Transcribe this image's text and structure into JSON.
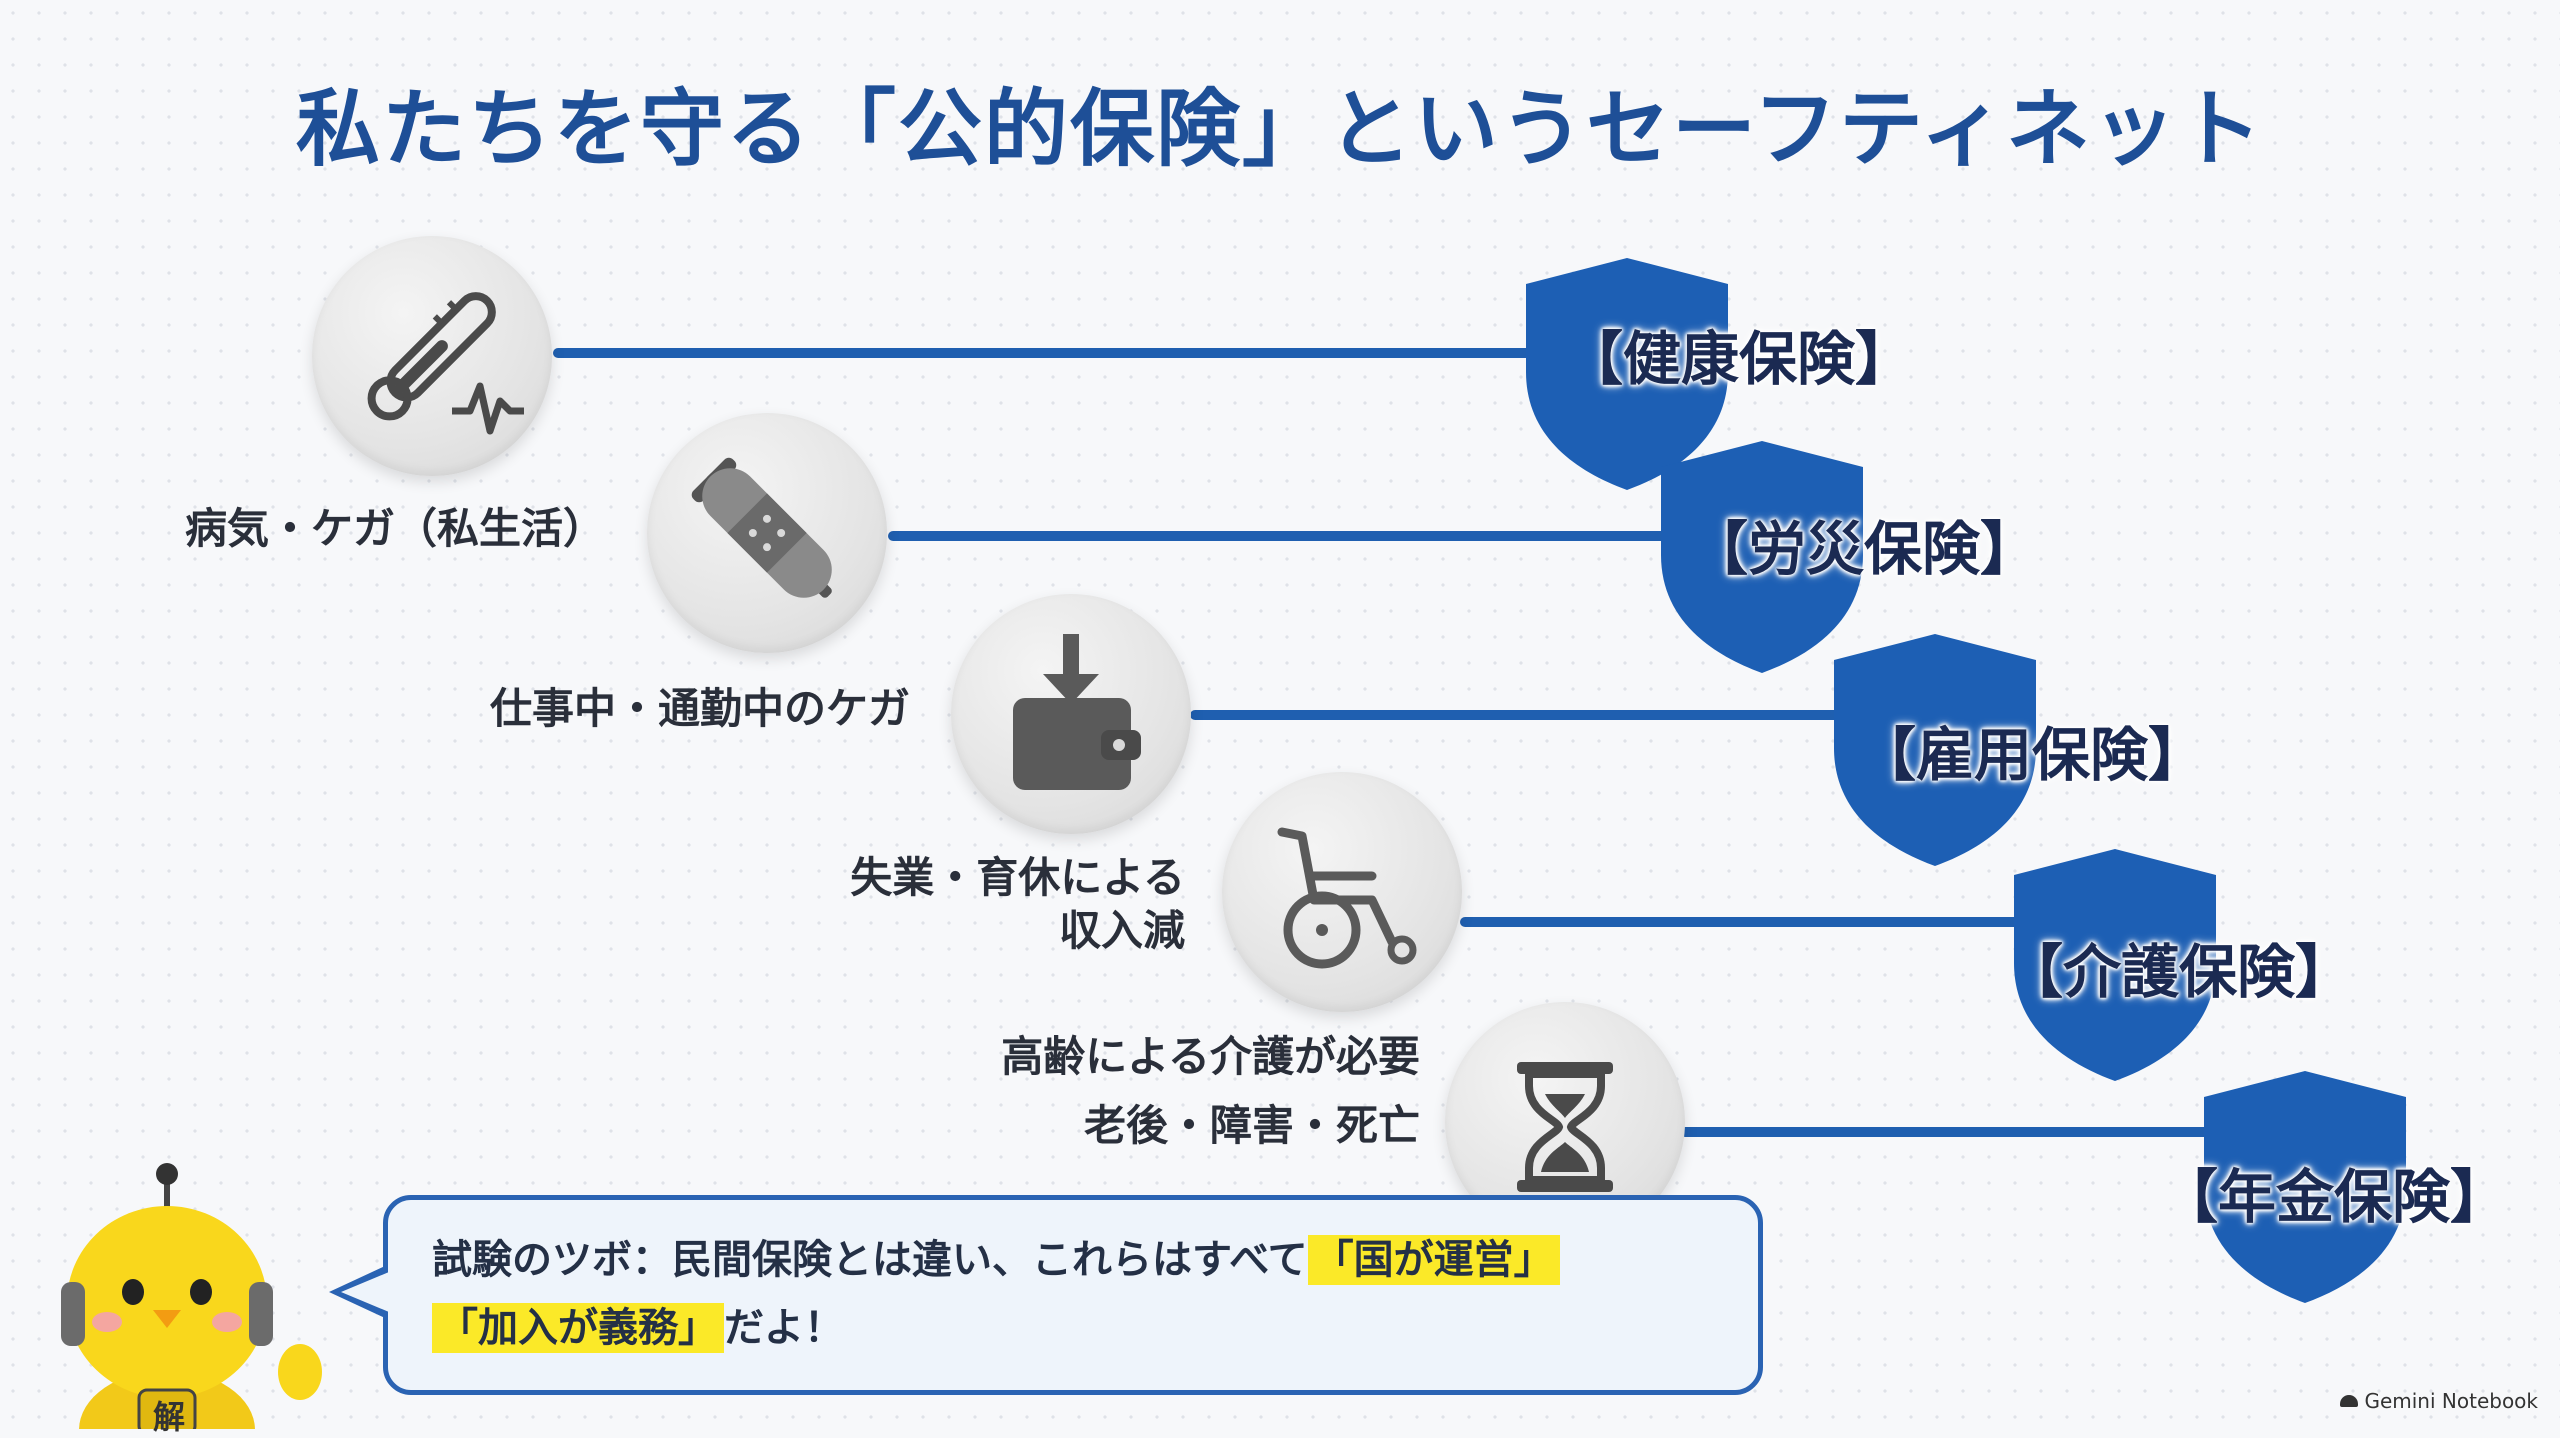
{
  "title": "私たちを守る「公的保険」というセーフティネット",
  "rows": [
    {
      "icon": "thermometer-icon",
      "label": "病気・ケガ（私生活）",
      "insurance": "【健康保険】"
    },
    {
      "icon": "bandage-crutch-icon",
      "label": "仕事中・通勤中のケガ",
      "insurance": "【労災保険】"
    },
    {
      "icon": "wallet-icon",
      "label_line1": "失業・育休による",
      "label_line2": "収入減",
      "insurance": "【雇用保険】"
    },
    {
      "icon": "wheelchair-icon",
      "label": "高齢による介護が必要",
      "insurance": "【介護保険】"
    },
    {
      "icon": "hourglass-icon",
      "label": "老後・障害・死亡",
      "insurance": "【年金保険】"
    }
  ],
  "bubble": {
    "text1": "試験のツボ：民間保険とは違い、これらはすべて",
    "highlight1": "「国が運営」",
    "highlight2": "「加入が義務」",
    "text2": "だよ！"
  },
  "mascot": {
    "badge": "解"
  },
  "watermark": "Gemini Notebook",
  "colors": {
    "title": "#1e4f97",
    "shield": "#1d5fb4",
    "connector": "#1f5fb0",
    "highlight": "#fbe928",
    "bubble_border": "#2a63b3"
  }
}
